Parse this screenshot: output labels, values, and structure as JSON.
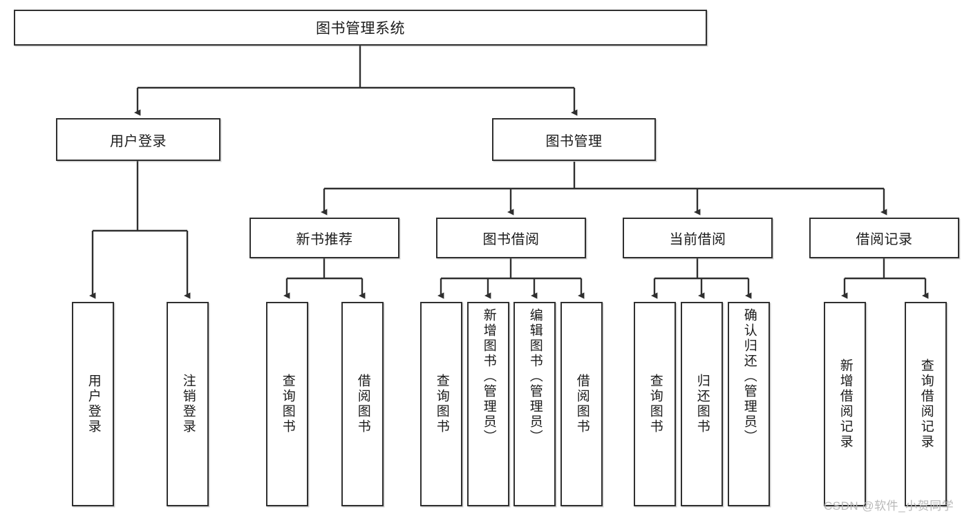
{
  "diagram": {
    "type": "hierarchy-tree",
    "title": "图书管理系统",
    "root": {
      "label": "图书管理系统"
    },
    "level1": [
      {
        "label": "用户登录"
      },
      {
        "label": "图书管理"
      }
    ],
    "level2": [
      {
        "label": "新书推荐"
      },
      {
        "label": "图书借阅"
      },
      {
        "label": "当前借阅"
      },
      {
        "label": "借阅记录"
      }
    ],
    "leaves": {
      "user_login": [
        {
          "label": "用户登录"
        },
        {
          "label": "注销登录"
        }
      ],
      "new_book_recommend": [
        {
          "label": "查询图书"
        },
        {
          "label": "借阅图书"
        }
      ],
      "book_borrow": [
        {
          "label": "查询图书"
        },
        {
          "label": "新增图书（管理员）"
        },
        {
          "label": "编辑图书（管理员）"
        },
        {
          "label": "借阅图书"
        }
      ],
      "current_borrow": [
        {
          "label": "查询图书"
        },
        {
          "label": "归还图书"
        },
        {
          "label": "确认归还（管理员）"
        }
      ],
      "borrow_record": [
        {
          "label": "新增借阅记录"
        },
        {
          "label": "查询借阅记录"
        }
      ]
    }
  },
  "watermark": {
    "text": "CSDN @软件_小贺同学"
  },
  "colors": {
    "stroke": "#2f2f2f",
    "box_fill": "#ffffff",
    "text": "#1b1b1b",
    "watermark": "#b9b9b9"
  }
}
